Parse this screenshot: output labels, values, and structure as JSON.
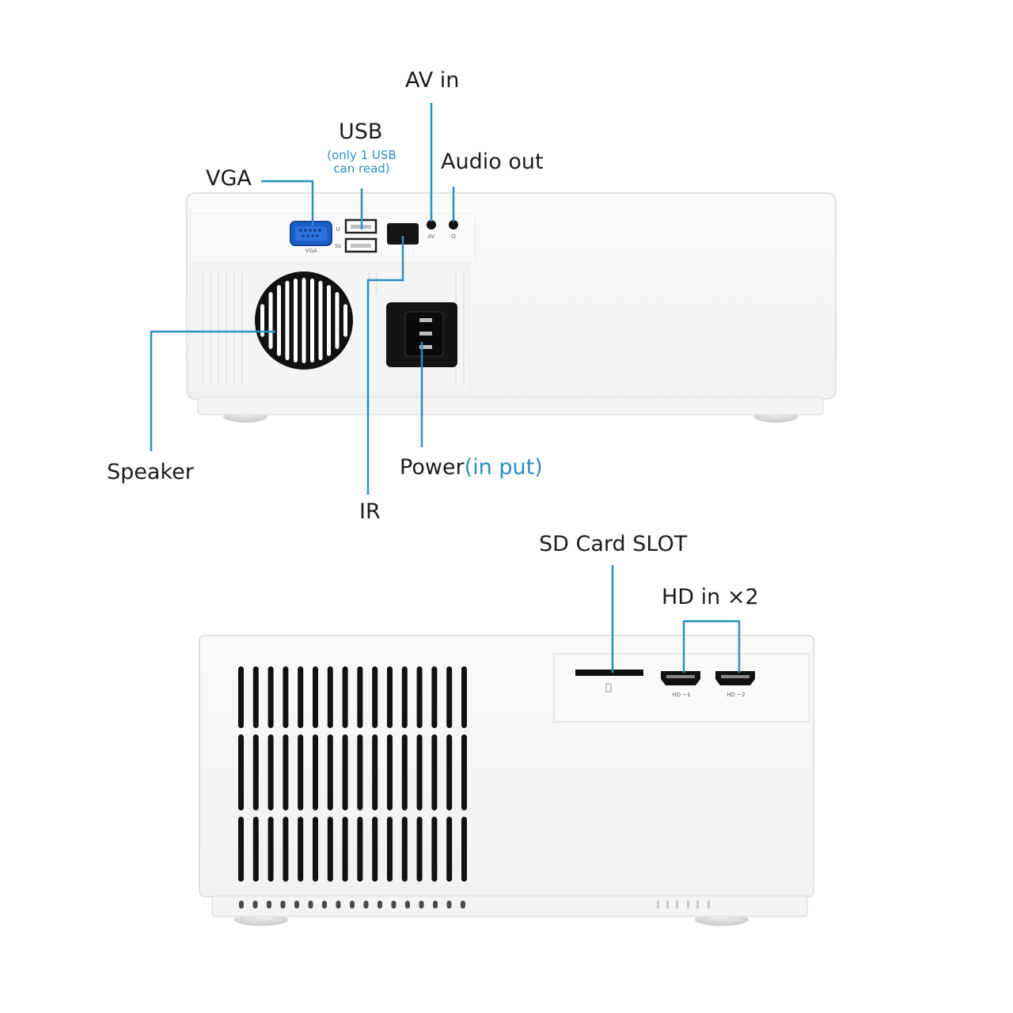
{
  "colors": {
    "callout": "#2a8fc2",
    "label": "#1c1c1c",
    "body": "#f7f7f7",
    "edge": "#e1e1e1",
    "vga_port": "#1d5fc8",
    "port_dark": "#111111"
  },
  "labels": {
    "av_in": "AV in",
    "usb": "USB",
    "usb_note_line1": "(only 1 USB",
    "usb_note_line2": "can read)",
    "audio_out": "Audio out",
    "vga": "VGA",
    "speaker": "Speaker",
    "power": "Power",
    "power_note": "(in put)",
    "ir": "IR",
    "sd_card": "SD Card SLOT",
    "hd_in": "HD in ×2"
  },
  "port_marks": {
    "vga": "VGA",
    "usb_1": "U",
    "usb_2": "Ss",
    "av": "AV",
    "audio": "O",
    "hd_1": "HD ~1",
    "hd_2": "HD ~2"
  }
}
